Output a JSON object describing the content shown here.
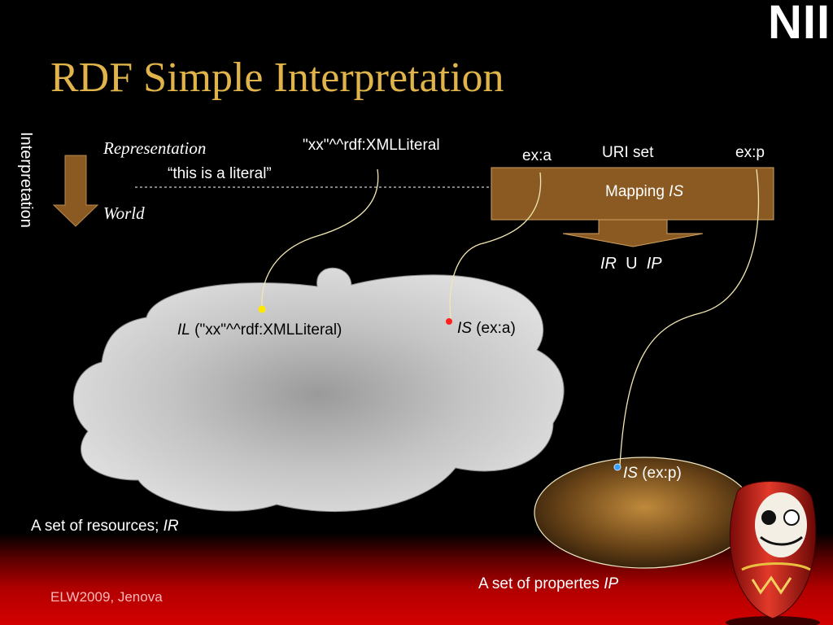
{
  "slide": {
    "title": "RDF Simple Interpretation",
    "logo_text": "NII",
    "footer": "ELW2009, Jenova"
  },
  "interpretation_arrow": {
    "label": "Interpretation",
    "top_label": "Representation",
    "bottom_label": "World"
  },
  "representation": {
    "literal_typed": "\"xx\"^^rdf:XMLLiteral",
    "literal_plain": "“this is a literal”",
    "uri_a": "ex:a",
    "uri_set": "URI set",
    "uri_p": "ex:p"
  },
  "mapping": {
    "label": "Mapping ",
    "label_italic": "IS"
  },
  "union": {
    "ir": "IR",
    "op": "U",
    "ip": "IP"
  },
  "resources": {
    "il_italic": "IL",
    "il_value": " (\"xx\"^^rdf:XMLLiteral)",
    "is_a_italic": "IS",
    "is_a_value": " (ex:a)",
    "set_label": "A set of resources; ",
    "set_italic": "IR"
  },
  "properties": {
    "is_p_italic": "IS",
    "is_p_value": " (ex:p)",
    "set_label": "A set of propertes ",
    "set_italic": "IP"
  },
  "colors": {
    "title": "#e0b44a",
    "mapping_box": "#8b5a23",
    "arrow": "#8b5a23",
    "curve": "#f2e7b0",
    "dot_yellow": "#ffe800",
    "dot_red": "#ff2020",
    "dot_blue": "#3aa0ff"
  }
}
